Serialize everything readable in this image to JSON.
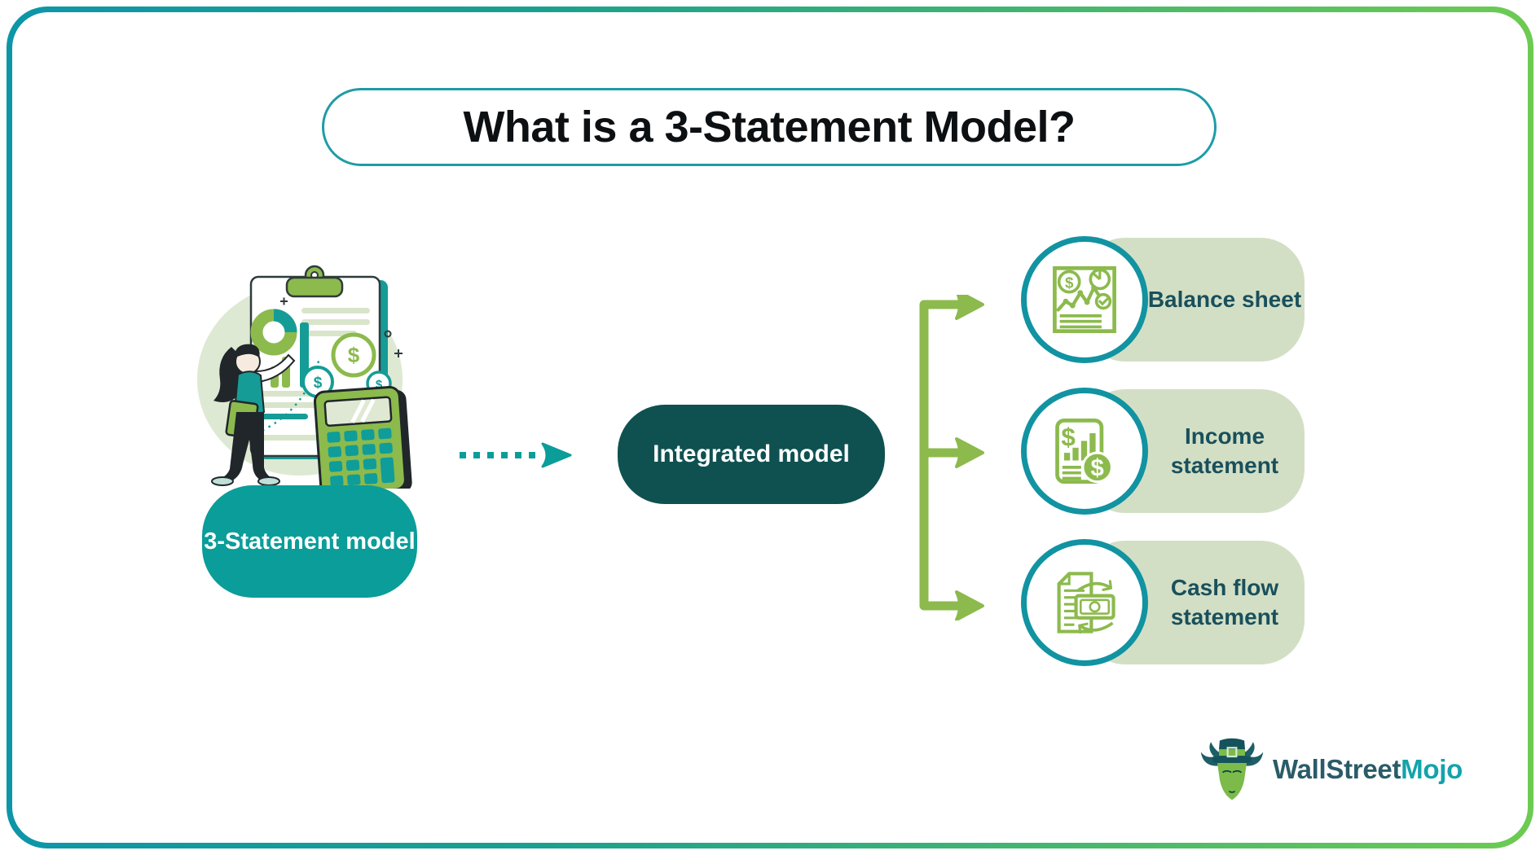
{
  "header": {
    "title": "What is a 3-Statement Model?"
  },
  "flow": {
    "source": {
      "label": "3-Statement model"
    },
    "integrated": {
      "label": "Integrated model"
    },
    "outputs": [
      {
        "label": "Balance sheet",
        "icon": "balance-sheet-icon"
      },
      {
        "label": "Income statement",
        "icon": "income-statement-icon"
      },
      {
        "label": "Cash flow statement",
        "icon": "cash-flow-statement-icon"
      }
    ]
  },
  "footer": {
    "brand_first": "WallStreet",
    "brand_second": "Mojo"
  },
  "colors": {
    "teal": "#0b9d99",
    "dark_teal": "#0f5151",
    "sage_pill": "#d3dfc5",
    "leaf_green": "#8cba4d",
    "ring_teal": "#1193a2",
    "border_gradient_start": "#0d96a8",
    "border_gradient_end": "#6dcb52",
    "feature_label_text": "#19505c",
    "title_text": "#0d1013",
    "brand_first_color": "#2a5b68",
    "brand_second_color": "#13a3ab"
  }
}
